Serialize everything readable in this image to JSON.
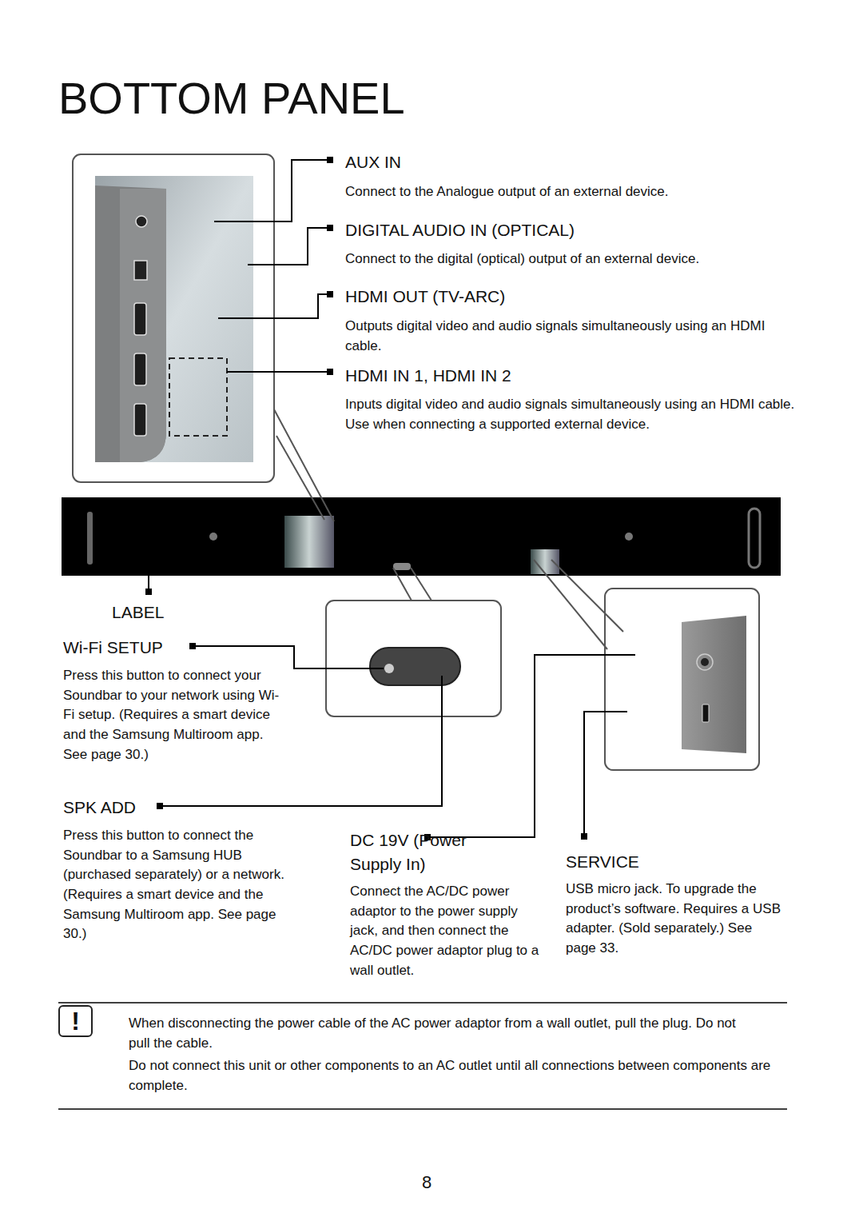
{
  "diagram": {
    "title": "BOTTOM PANEL",
    "nodes": [
      {
        "text": [
          "!"
        ]
      }
    ],
    "labels": [
      "AUX IN",
      "Connect to the Analogue output of an external device.",
      "DIGITAL AUDIO IN (OPTICAL)",
      "Connect to the digital (optical) output of an external device.",
      "HDMI OUT (TV-ARC)",
      "Outputs digital video and audio signals simultaneously using an HDMI cable.",
      "HDMI IN 1, HDMI IN 2",
      "Inputs digital video and audio signals simultaneously using an HDMI cable. Use when connecting a supported external device.",
      "LABEL",
      "Wi-Fi SETUP",
      "Press this button to connect your Soundbar to your network using Wi-Fi setup. (Requires a smart device and the Samsung Multiroom app. See page 30.)",
      "SPK ADD",
      "Press this button to connect the Soundbar to a Samsung HUB (purchased separately) or a network. (Requires a smart device and the Samsung Multiroom app. See page 30.)",
      "DC 19V (Power Supply In)",
      "Connect the AC/DC power adaptor to the power supply jack, and then connect the AC/DC power adaptor plug to a wall outlet.",
      "SERVICE",
      "USB micro jack. To upgrade the product’s software. Requires a USB adapter. (Sold separately.) See page 33.",
      "When disconnecting the power cable of the AC power adaptor from a wall outlet, pull the plug. Do not pull the cable.",
      "Do not connect this unit or other components to an AC outlet until all connections between components are complete.",
      "8"
    ]
  }
}
